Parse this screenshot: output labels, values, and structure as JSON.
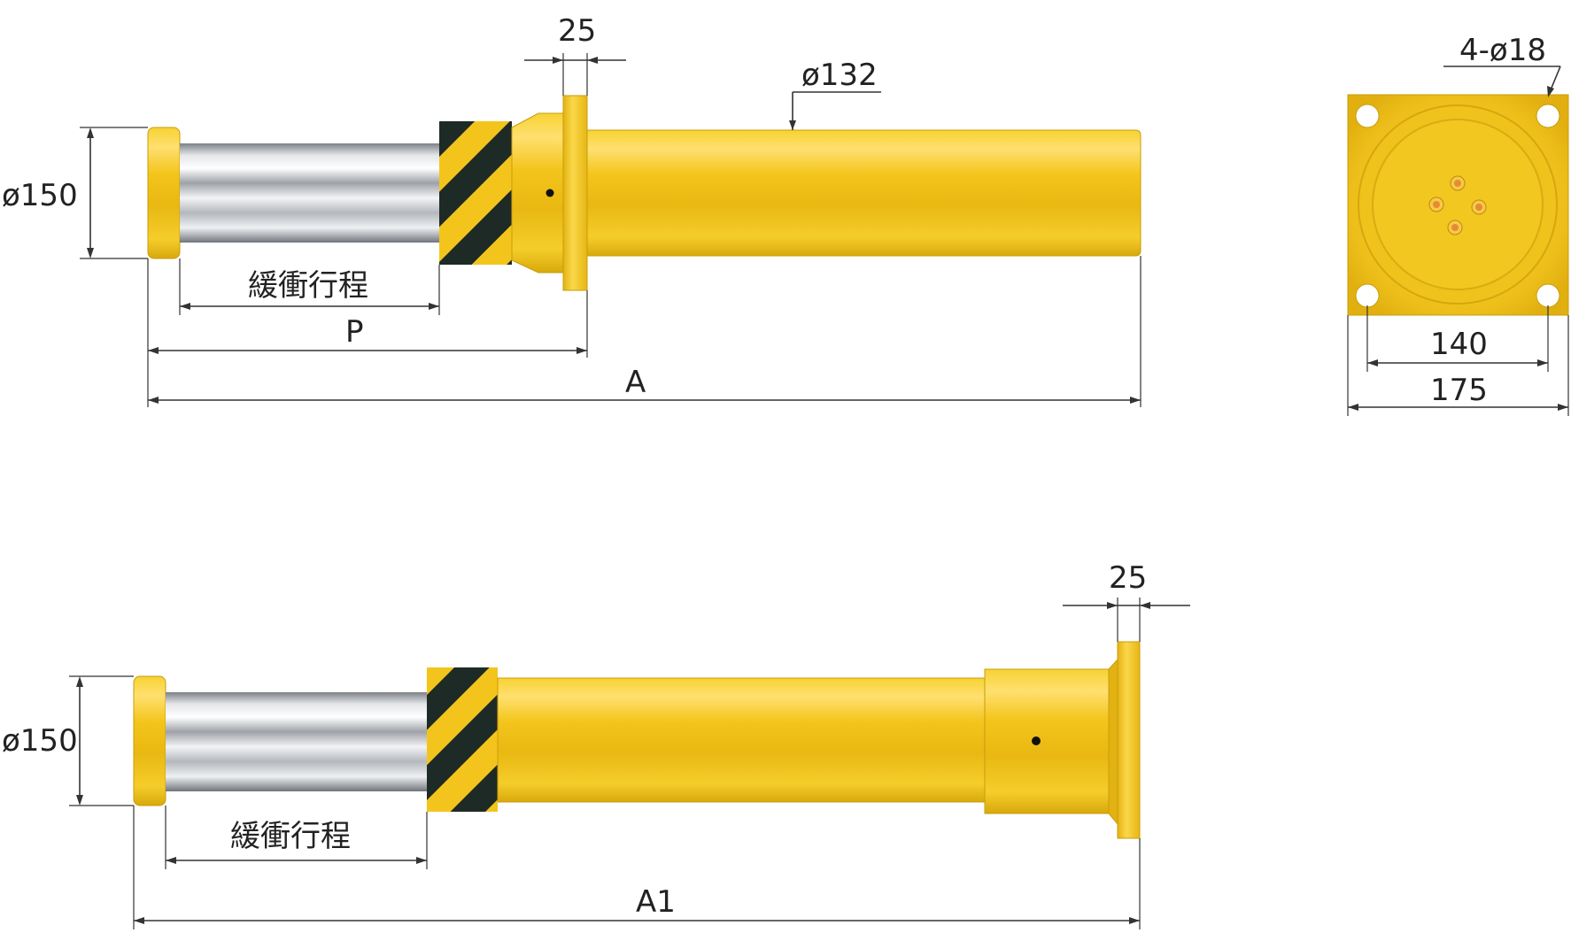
{
  "top_view": {
    "dia_head": "ø150",
    "thickness": "25",
    "dia_body": "ø132",
    "stroke": "緩衝行程",
    "p": "P",
    "a": "A"
  },
  "end_view": {
    "holes": "4-ø18",
    "inner": "140",
    "outer": "175"
  },
  "bottom_view": {
    "dia_head": "ø150",
    "thickness": "25",
    "stroke": "緩衝行程",
    "a1": "A1"
  },
  "colors": {
    "yellow": "#f3c51c",
    "yellow_dark": "#d9a80a",
    "stripe_black": "#1e2a25",
    "steel": "#c9ccd0",
    "bolt": "#e8893a"
  },
  "icons": [
    "hazard-stripe-band",
    "mounting-hole",
    "bolt-head"
  ]
}
